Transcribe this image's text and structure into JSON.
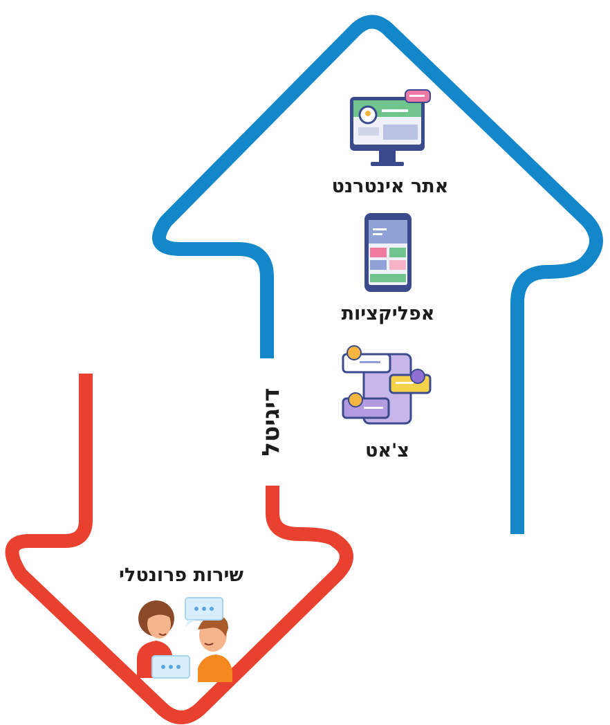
{
  "colors": {
    "up_arrow": "#1387c9",
    "down_arrow": "#e8412f",
    "middle_label": "#b8924a",
    "text": "#1c1c1c"
  },
  "up_channels": [
    {
      "label": "אתר אינטרנט",
      "icon": "website-monitor-icon"
    },
    {
      "label": "אפליקציות",
      "icon": "mobile-app-icon"
    },
    {
      "label": "צ'אט",
      "icon": "chat-bubbles-icon"
    }
  ],
  "middle_label": "דיגיטל",
  "down_channel": {
    "label": "שירות פרונטלי",
    "icon": "face-to-face-conversation-icon"
  }
}
